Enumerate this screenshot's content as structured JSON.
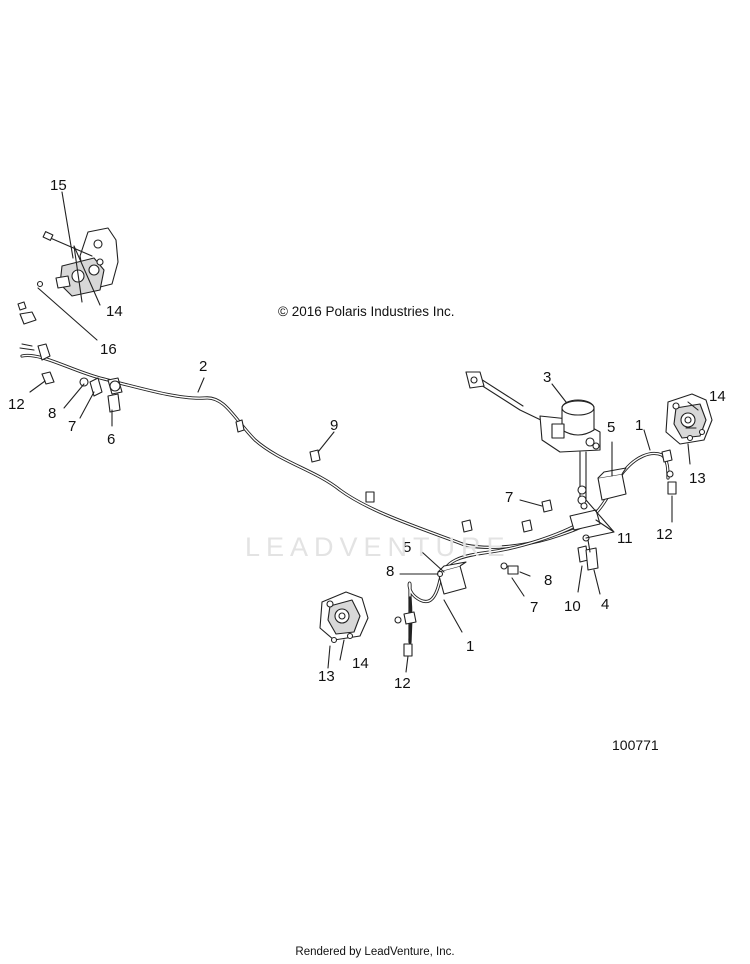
{
  "copyright": "© 2016 Polaris Industries Inc.",
  "figure_number": "100771",
  "footer": "Rendered by LeadVenture, Inc.",
  "watermark": "LEADVENTURE",
  "callouts": {
    "c1a": "1",
    "c1b": "1",
    "c2": "2",
    "c3": "3",
    "c4": "4",
    "c5a": "5",
    "c5b": "5",
    "c6": "6",
    "c7a": "7",
    "c7b": "7",
    "c7c": "7",
    "c8a": "8",
    "c8b": "8",
    "c8c": "8",
    "c9": "9",
    "c10": "10",
    "c11": "11",
    "c12a": "12",
    "c12b": "12",
    "c12c": "12",
    "c13a": "13",
    "c13b": "13",
    "c14a": "14",
    "c14b": "14",
    "c14c": "14",
    "c15": "15",
    "c16": "16"
  }
}
